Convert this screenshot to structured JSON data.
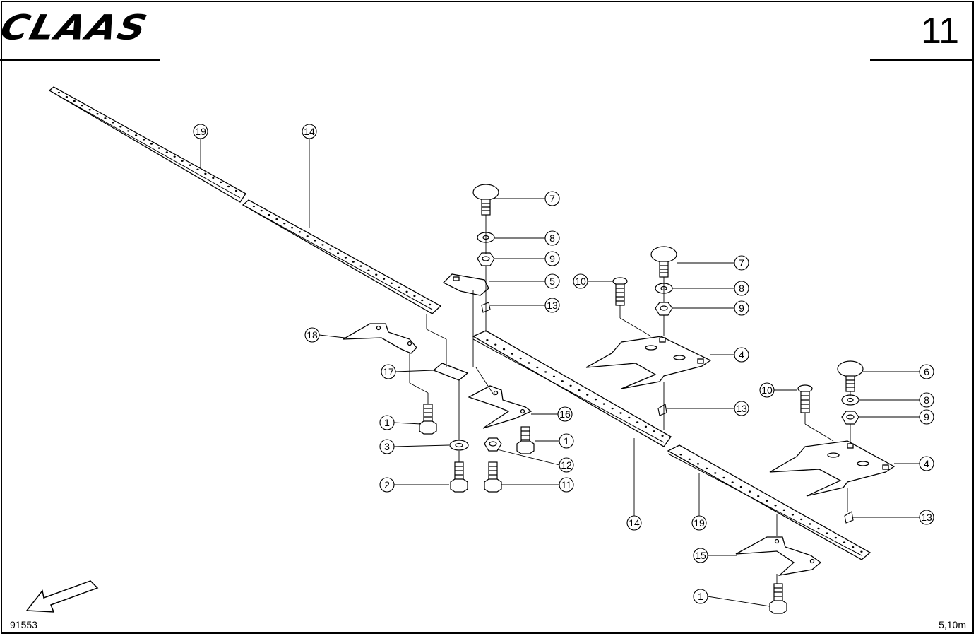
{
  "header": {
    "brand": "CLAAS",
    "page_number": "11"
  },
  "footer": {
    "drawing_id": "91553",
    "scale_note": "5,10m"
  },
  "callouts": [
    "19",
    "14",
    "7",
    "8",
    "9",
    "5",
    "13",
    "10",
    "7",
    "8",
    "9",
    "4",
    "18",
    "17",
    "13",
    "16",
    "1",
    "1",
    "3",
    "12",
    "2",
    "11",
    "14",
    "19",
    "10",
    "6",
    "8",
    "9",
    "4",
    "13",
    "15",
    "1"
  ]
}
